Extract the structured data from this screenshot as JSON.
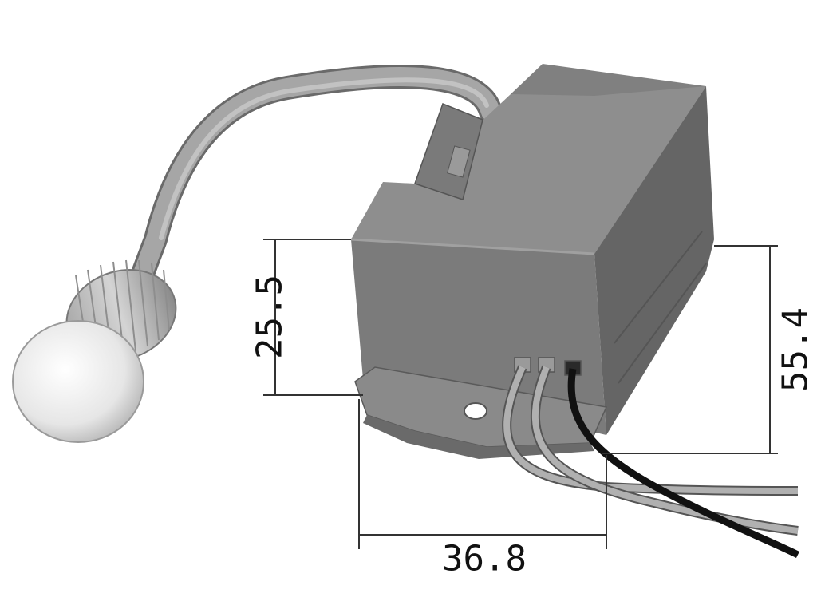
{
  "dimensions": {
    "height_body": "25.5",
    "height_total": "55.4",
    "width": "36.8"
  },
  "colors": {
    "housing_front": "#7a7a7a",
    "housing_top": "#909090",
    "housing_side": "#666666",
    "cable": "#9a9a9a",
    "lens": "#f0f0f0",
    "wire_black": "#111111",
    "wire_grey": "#a8a8a8",
    "dimension_line": "#333333"
  }
}
